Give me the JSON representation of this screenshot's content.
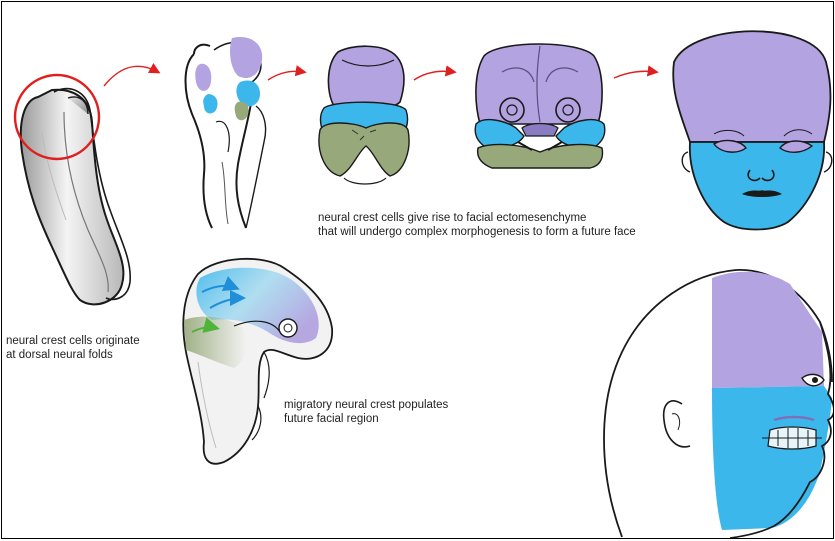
{
  "captions": {
    "origin": {
      "line1": "neural crest cells originate",
      "line2": "at dorsal neural folds"
    },
    "ectomesenchyme": {
      "line1": "neural crest cells give rise to facial ectomesenchyme",
      "line2": "that will undergo complex morphogenesis to form a future face"
    },
    "migration": {
      "line1": "migratory neural crest populates",
      "line2": "future facial region"
    }
  },
  "colors": {
    "purple": "#B3A3E0",
    "blue": "#3CB7EC",
    "green": "#97A97A",
    "arrow_red": "#E02020",
    "outline": "#1a1a1a"
  }
}
